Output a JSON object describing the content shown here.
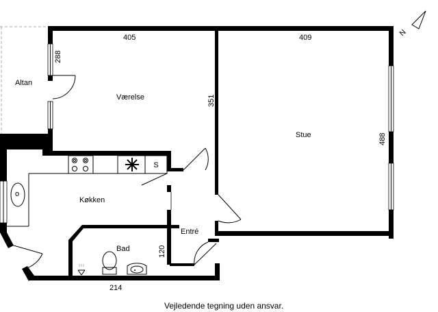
{
  "rooms": {
    "balcony": "Altan",
    "bedroom": "Værelse",
    "living": "Stue",
    "kitchen": "Køkken",
    "bathroom": "Bad",
    "entrance": "Entré"
  },
  "dimensions": {
    "bedroom_width": "405",
    "living_width": "409",
    "bedroom_window": "288",
    "bedroom_depth": "351",
    "living_depth": "488",
    "bath_depth": "120",
    "bath_width": "214"
  },
  "kitchen_labels": {
    "stove_burner": "o",
    "s_symbol": "S",
    "sink_symbol": "o"
  },
  "compass": {
    "north": "N"
  },
  "caption": "Vejledende tegning uden ansvar."
}
